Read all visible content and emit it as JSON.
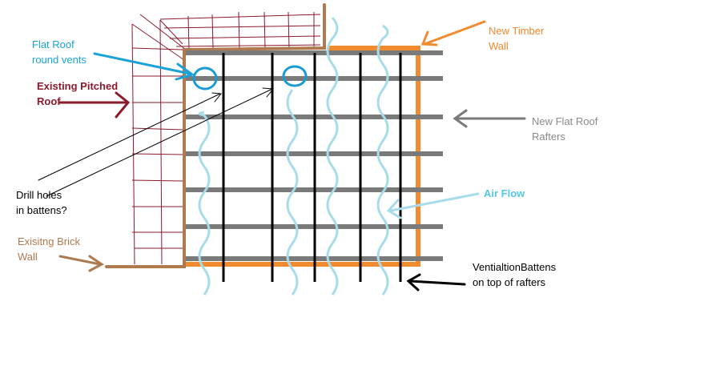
{
  "labels": {
    "flat_roof_vents": "Flat Roof\nround vents",
    "existing_pitched_roof": "Existing Pitched\nRoof",
    "drill_holes": "Drill holes\nin battens?",
    "existing_brick_wall": "Exisitng Brick\nWall",
    "new_timber_wall": "New Timber\nWall",
    "new_flat_roof_rafters": "New Flat Roof\nRafters",
    "air_flow": "Air Flow",
    "ventilation_battens": "VentialtionBattens\non top of rafters"
  },
  "colors": {
    "vents_label": "#1aa3d9",
    "vents": "#1a9bd6",
    "pitched_roof": "#8b1a2b",
    "drill_label": "#000000",
    "brick_wall": "#b07a50",
    "timber_wall": "#f28a2e",
    "rafters": "#7a7a7a",
    "rafters_label": "#8a8a8a",
    "air_flow": "#a8dcea",
    "air_flow_label": "#56c7e6",
    "battens": "#000000"
  }
}
